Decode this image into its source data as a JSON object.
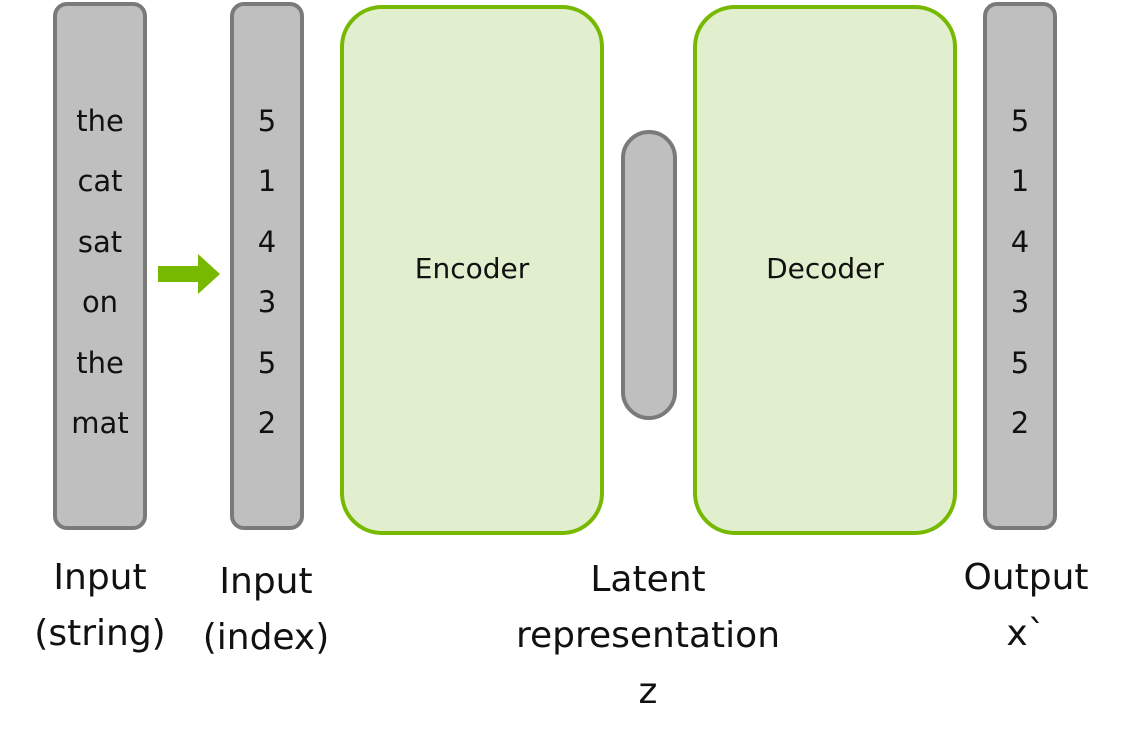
{
  "input_string": {
    "tokens": [
      "the",
      "cat",
      "sat",
      "on",
      "the",
      "mat"
    ],
    "caption": [
      "Input",
      "(string)"
    ]
  },
  "input_index": {
    "tokens": [
      "5",
      "1",
      "4",
      "3",
      "5",
      "2"
    ],
    "caption": [
      "Input",
      "(index)"
    ]
  },
  "encoder": {
    "label": "Encoder"
  },
  "latent": {
    "caption": [
      "Latent",
      "representation",
      "z"
    ]
  },
  "decoder": {
    "label": "Decoder"
  },
  "output": {
    "tokens": [
      "5",
      "1",
      "4",
      "3",
      "5",
      "2"
    ],
    "caption": [
      "Output",
      "x`"
    ]
  },
  "colors": {
    "column_fill": "#bfbfbf",
    "column_border": "#7a7a7a",
    "block_fill": "#e2efcf",
    "block_border": "#76b900",
    "arrow": "#76b900"
  }
}
